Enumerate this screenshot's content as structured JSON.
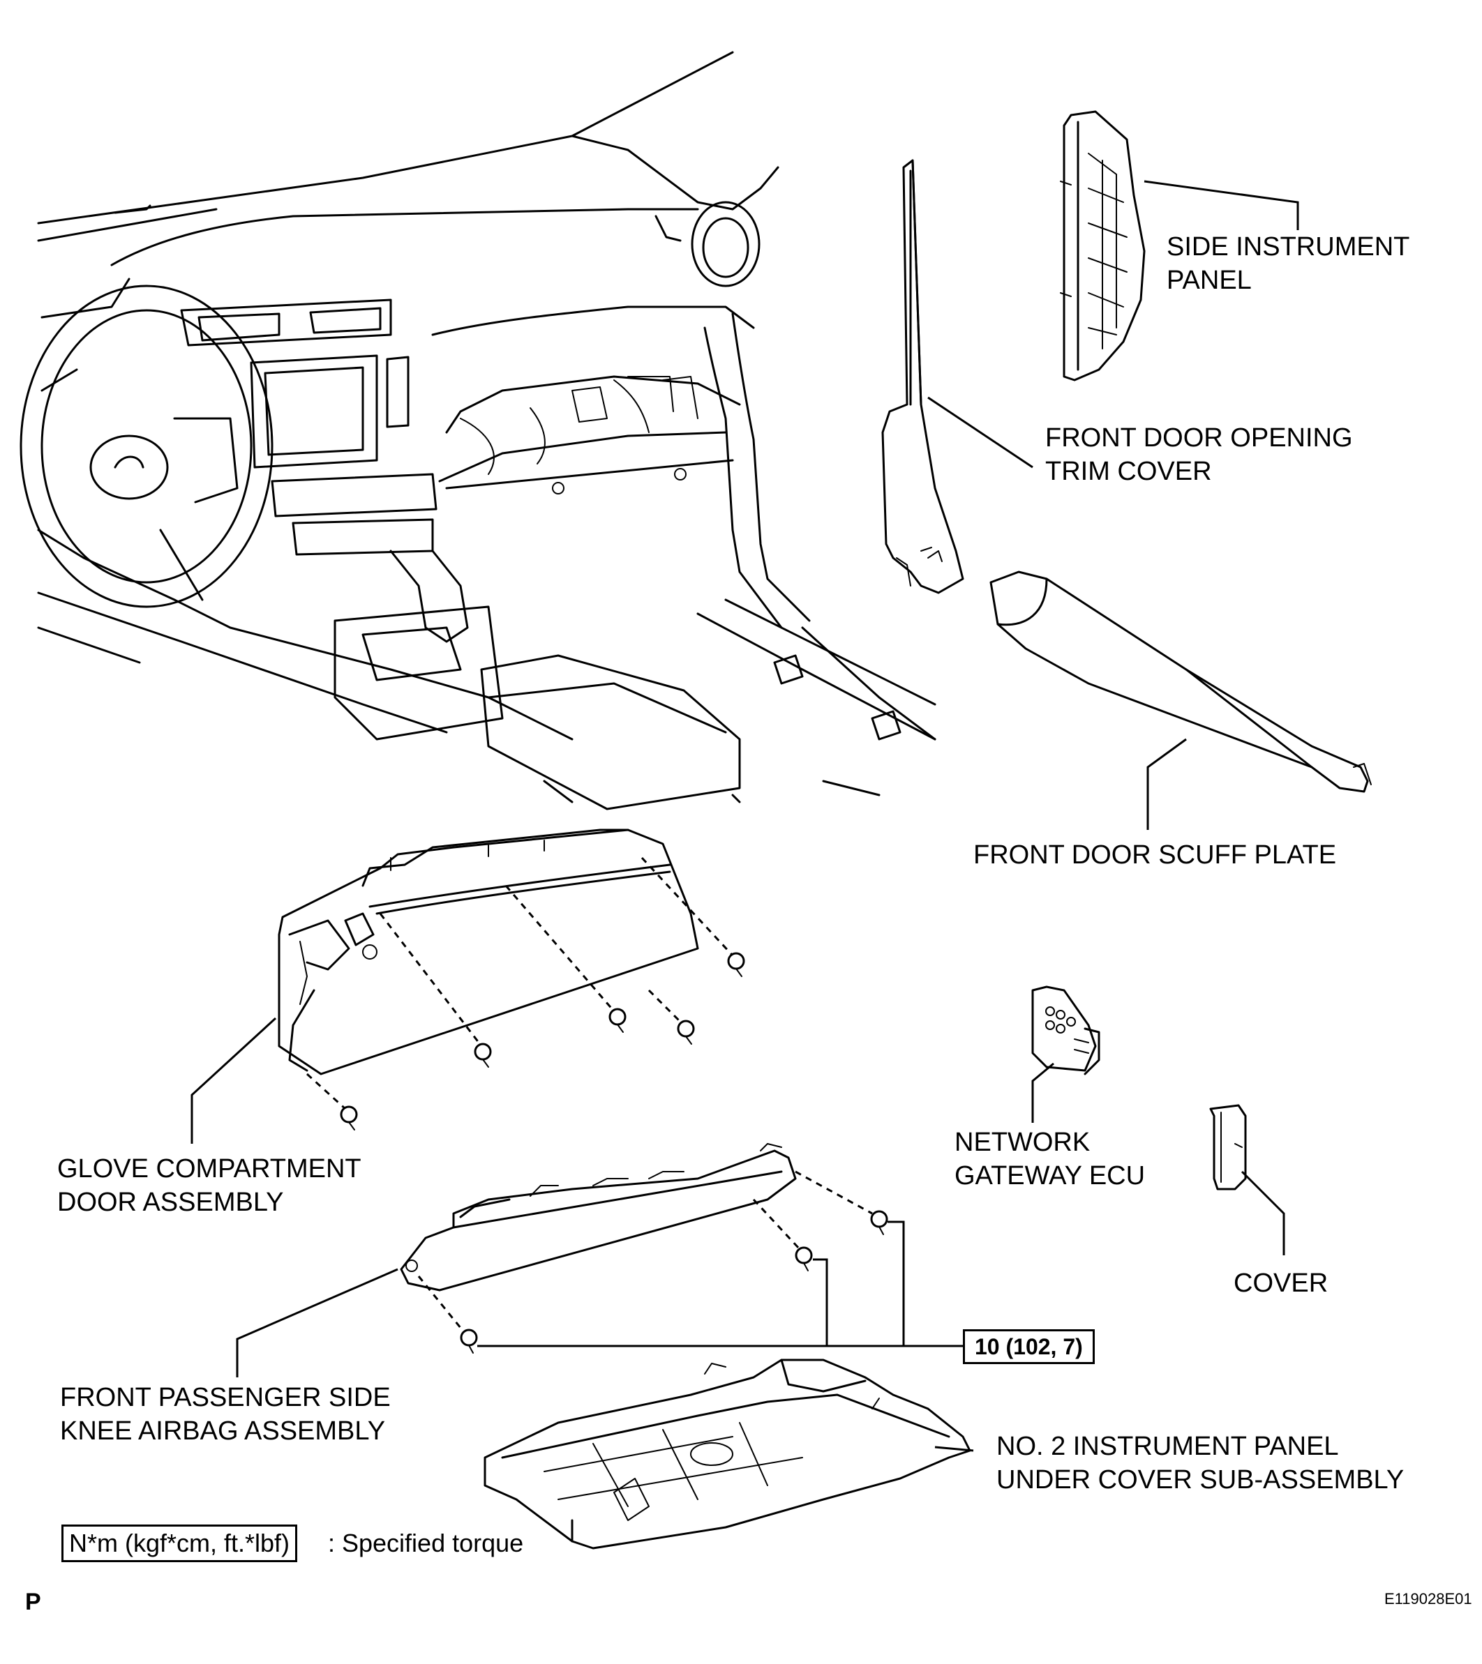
{
  "labels": {
    "side_instrument_panel": [
      "SIDE INSTRUMENT",
      "PANEL"
    ],
    "front_door_opening_trim_cover": [
      "FRONT DOOR OPENING",
      "TRIM COVER"
    ],
    "front_door_scuff_plate": [
      "FRONT DOOR SCUFF PLATE"
    ],
    "glove_compartment_door_assembly": [
      "GLOVE COMPARTMENT",
      "DOOR ASSEMBLY"
    ],
    "network_gateway_ecu": [
      "NETWORK",
      "GATEWAY ECU"
    ],
    "cover": [
      "COVER"
    ],
    "front_passenger_side_knee_airbag_assembly": [
      "FRONT PASSENGER SIDE",
      "KNEE AIRBAG ASSEMBLY"
    ],
    "no2_instrument_panel_under_cover": [
      "NO. 2 INSTRUMENT PANEL",
      "UNDER COVER SUB-ASSEMBLY"
    ]
  },
  "torque_spec": "10 (102, 7)",
  "legend": {
    "unit_box": "N*m (kgf*cm, ft.*lbf)",
    "text": ": Specified torque"
  },
  "corner_letter": "P",
  "figure_id": "E119028E01"
}
